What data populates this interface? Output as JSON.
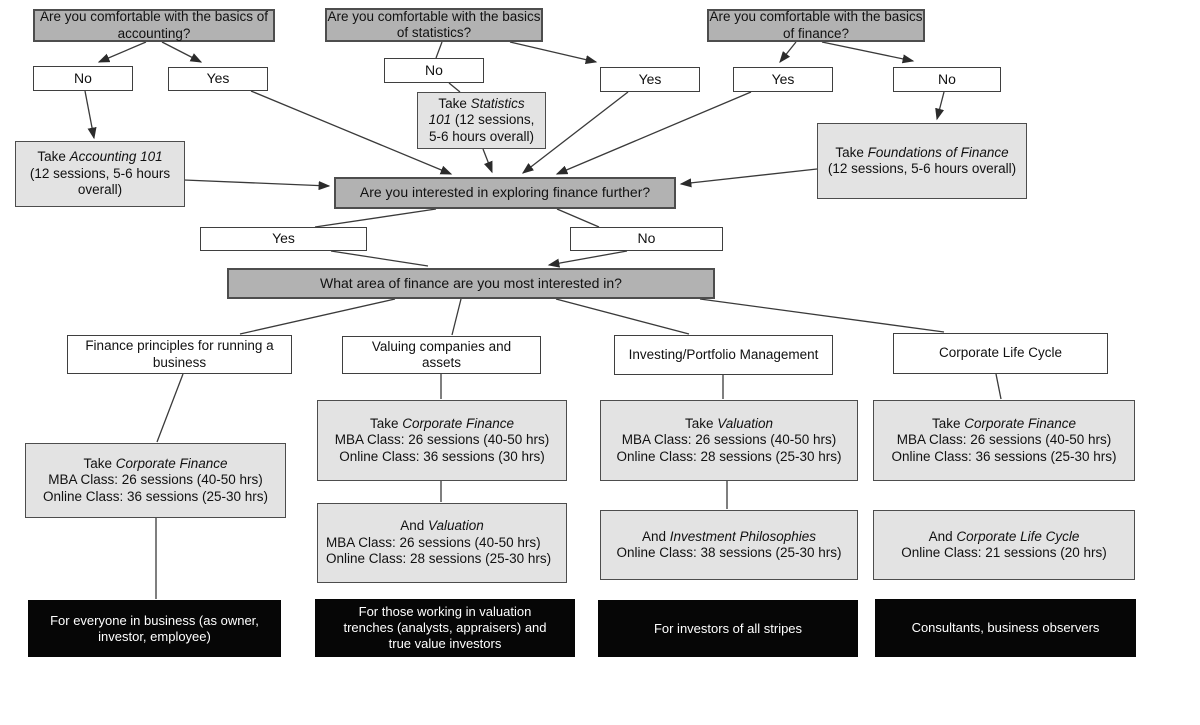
{
  "colors": {
    "question_fill": "#b2b2b2",
    "option_fill": "#ffffff",
    "course_fill": "#e3e3e3",
    "audience_fill": "#060606",
    "audience_text": "#ffffff",
    "border": "#4d4d4d",
    "line": "#333333"
  },
  "nodes": {
    "q_accounting": {
      "label": "Are you comfortable with the basics of accounting?"
    },
    "q_statistics": {
      "label": "Are you comfortable with the basics of statistics?"
    },
    "q_finance": {
      "label": "Are you comfortable with the basics of finance?"
    },
    "no_accounting": {
      "label": "No"
    },
    "yes_accounting": {
      "label": "Yes"
    },
    "no_statistics": {
      "label": "No"
    },
    "yes_statistics": {
      "label": "Yes"
    },
    "yes_finance": {
      "label": "Yes"
    },
    "no_finance": {
      "label": "No"
    },
    "accounting101": {
      "prefix": "Take ",
      "course": "Accounting 101",
      "suffix": "(12 sessions, 5-6 hours overall)"
    },
    "statistics101": {
      "l1_prefix": "Take ",
      "l1_italic": "Statistics",
      "l2_italic": "101",
      "l2_rest": " (12 sessions,",
      "l3": "5-6 hours overall)"
    },
    "foundations": {
      "prefix": "Take ",
      "course": "Foundations of Finance",
      "suffix": "(12 sessions, 5-6 hours overall)"
    },
    "q_interested": {
      "label": "Are you interested in exploring finance further?"
    },
    "yes_interested": {
      "label": "Yes"
    },
    "no_interested": {
      "label": "No"
    },
    "q_area": {
      "label": "What area of finance are you most interested in?"
    },
    "area_principles": {
      "label": "Finance principles for running a business"
    },
    "area_valuing": {
      "label": "Valuing companies and assets"
    },
    "area_investing": {
      "label": "Investing/Portfolio Management"
    },
    "area_lifecycle": {
      "label": "Corporate Life Cycle"
    },
    "course_cf_principles": {
      "prefix": "Take ",
      "course": "Corporate Finance",
      "line2": "MBA Class: 26 sessions (40-50 hrs)",
      "line3": "Online Class: 36 sessions (25-30 hrs)"
    },
    "course_cf_valuing": {
      "prefix": "Take ",
      "course": "Corporate Finance",
      "line2": "MBA Class: 26 sessions (40-50 hrs)",
      "line3": "Online Class: 36 sessions (30 hrs)"
    },
    "course_val_investing": {
      "prefix": "Take ",
      "course": "Valuation",
      "line2": "MBA Class: 26 sessions (40-50 hrs)",
      "line3": "Online Class: 28 sessions (25-30 hrs)"
    },
    "course_cf_lifecycle": {
      "prefix": "Take ",
      "course": "Corporate Finance",
      "line2": "MBA Class: 26 sessions (40-50 hrs)",
      "line3": "Online Class: 36 sessions (25-30 hrs)"
    },
    "course_and_valuation": {
      "prefix": "And ",
      "course": "Valuation",
      "line2": "MBA Class: 26 sessions (40-50 hrs)",
      "line3": "Online Class: 28 sessions (25-30 hrs)"
    },
    "course_and_invphil": {
      "prefix": "And ",
      "course": "Investment Philosophies",
      "line2": "Online Class: 38 sessions (25-30 hrs)"
    },
    "course_and_clc": {
      "prefix": "And ",
      "course": "Corporate Life Cycle",
      "line2": "Online Class: 21 sessions (20 hrs)"
    },
    "aud_everyone": {
      "label": "For everyone in business (as owner, investor, employee)"
    },
    "aud_valuation": {
      "label": "For those working in valuation trenches (analysts, appraisers) and true value investors"
    },
    "aud_investors": {
      "label": "For investors of all stripes"
    },
    "aud_consultants": {
      "label": "Consultants, business observers"
    }
  }
}
